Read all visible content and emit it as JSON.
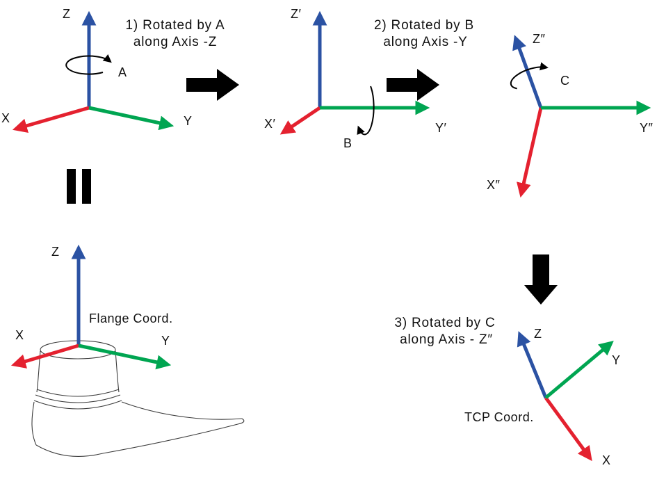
{
  "colors": {
    "x_axis": "#e4212f",
    "y_axis": "#00a551",
    "z_axis": "#2b52a3",
    "annotation": "#000000"
  },
  "step1": {
    "caption_line1": "1) Rotated by A",
    "caption_line2": "along Axis -Z",
    "z_label": "Z",
    "x_label": "X",
    "y_label": "Y",
    "rotation_label": "A"
  },
  "step2": {
    "caption_line1": "2) Rotated by B",
    "caption_line2": "along Axis -Y",
    "z_label": "Z′",
    "x_label": "X′",
    "y_label": "Y′",
    "rotation_label": "B"
  },
  "step3": {
    "caption_line1": "3) Rotated by C",
    "caption_line2": "along Axis - Z″",
    "z_label": "Z″",
    "x_label": "X″",
    "y_label": "Y″",
    "rotation_label": "C"
  },
  "flange": {
    "label": "Flange Coord.",
    "z_label": "Z",
    "x_label": "X",
    "y_label": "Y"
  },
  "tcp": {
    "label": "TCP Coord.",
    "z_label": "Z",
    "x_label": "X",
    "y_label": "Y"
  }
}
